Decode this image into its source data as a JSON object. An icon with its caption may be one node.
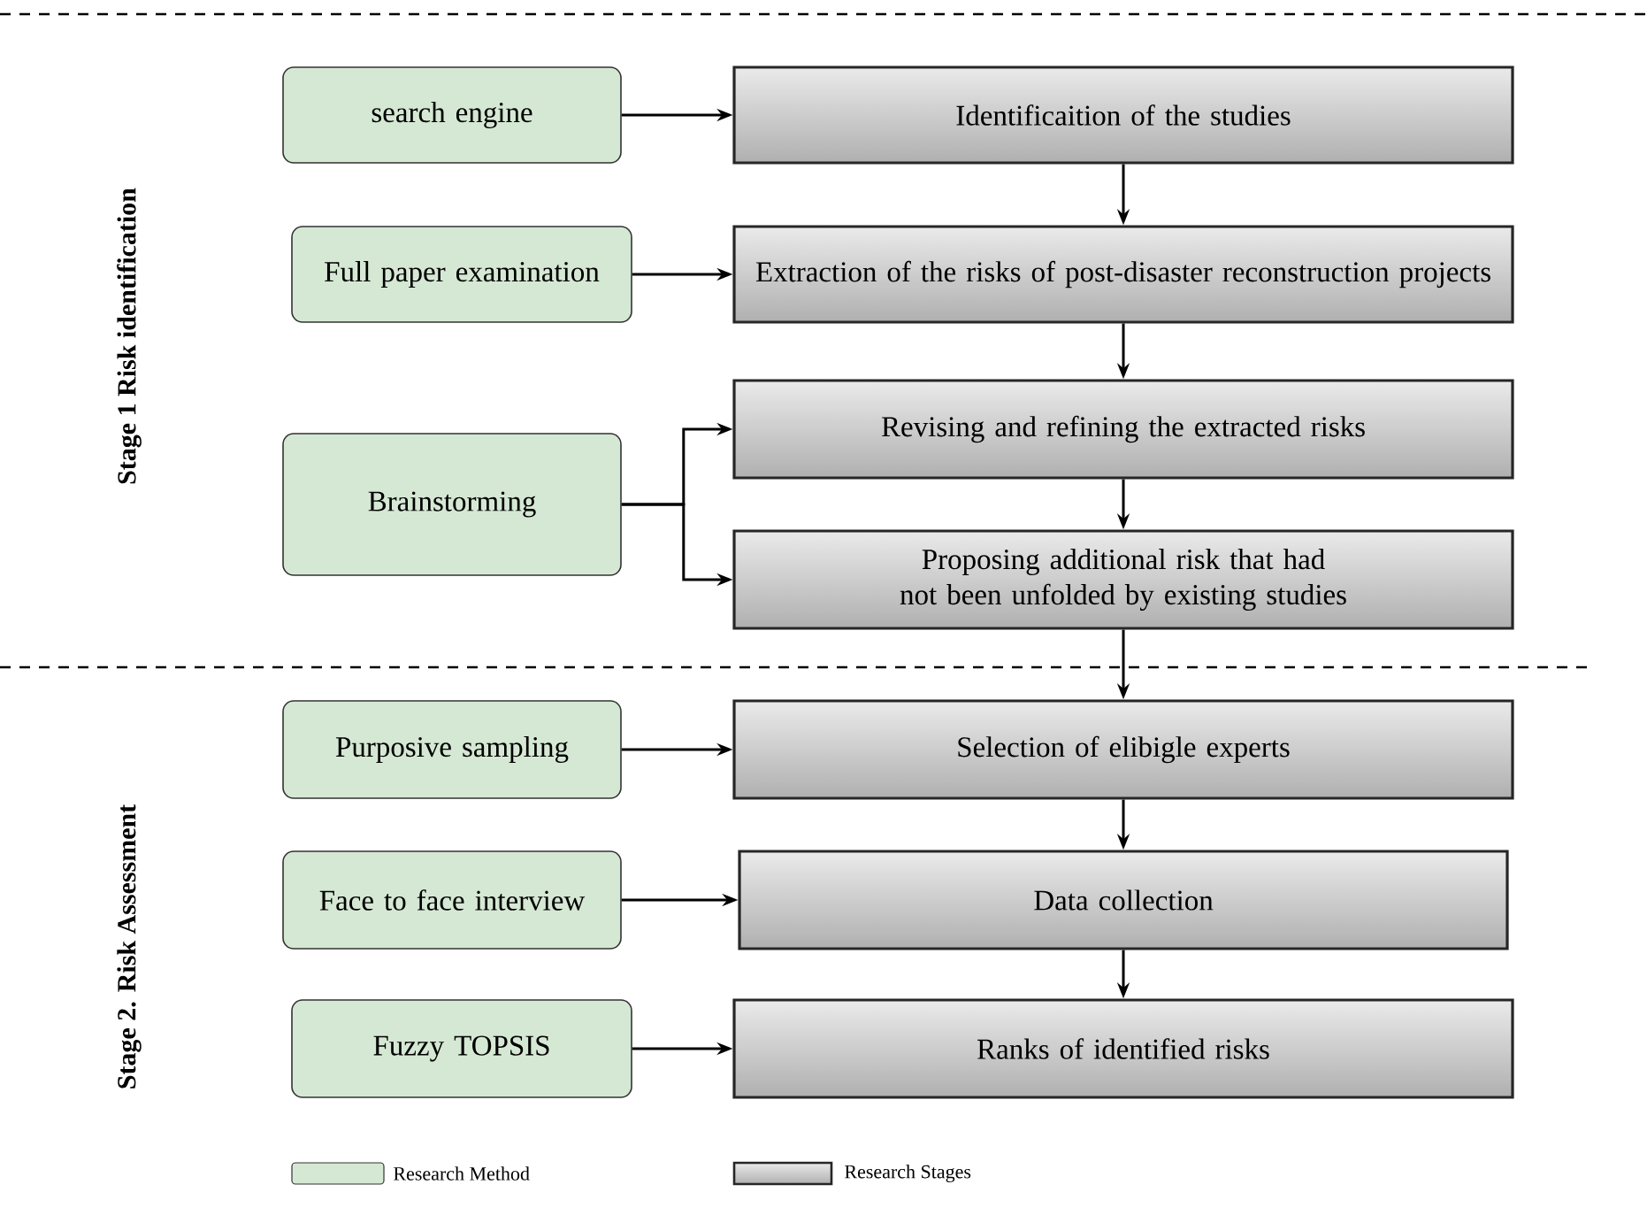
{
  "diagram": {
    "nodes": [
      {
        "text": [
          "search engine"
        ]
      },
      {
        "text": [
          "Identificaition of the studies"
        ]
      },
      {
        "text": [
          "Full paper examination"
        ]
      },
      {
        "text": [
          "Extraction of the risks of post-disaster reconstruction projects"
        ]
      },
      {
        "text": [
          "Brainstorming"
        ]
      },
      {
        "text": [
          "Revising and refining the extracted risks"
        ]
      },
      {
        "text": [
          "Proposing additional risk that had not been unfolded by existing studies"
        ]
      },
      {
        "text": [
          "Purposive sampling"
        ]
      },
      {
        "text": [
          "Selection of elibigle experts"
        ]
      },
      {
        "text": [
          "Face to face interview"
        ]
      },
      {
        "text": [
          "Data collection"
        ]
      },
      {
        "text": [
          "Fuzzy TOPSIS"
        ]
      },
      {
        "text": [
          "Ranks of identified risks"
        ]
      }
    ],
    "edges": [
      {
        "from": 0,
        "to": 1,
        "arrow": "to"
      },
      {
        "from": 1,
        "to": 3,
        "arrow": "to"
      },
      {
        "from": 2,
        "to": 3,
        "arrow": "to"
      },
      {
        "from": 3,
        "to": 5,
        "arrow": "to"
      },
      {
        "from": 4,
        "to": 5,
        "arrow": "to"
      },
      {
        "from": 4,
        "to": 6,
        "arrow": "to"
      },
      {
        "from": 5,
        "to": 6,
        "arrow": "to"
      },
      {
        "from": 6,
        "to": 8,
        "arrow": "to"
      },
      {
        "from": 7,
        "to": 8,
        "arrow": "to"
      },
      {
        "from": 8,
        "to": 10,
        "arrow": "to"
      },
      {
        "from": 9,
        "to": 10,
        "arrow": "to"
      },
      {
        "from": 10,
        "to": 12,
        "arrow": "to"
      },
      {
        "from": 11,
        "to": 12,
        "arrow": "to"
      }
    ],
    "labels": [
      "Stage 1 Risk identification",
      "Stage 2. Risk Assessment"
    ],
    "legend": [
      {
        "text": "Research Method",
        "color": "#d5e8d4"
      },
      {
        "text": "Research Stages",
        "color": "#b0b0b0"
      }
    ]
  }
}
